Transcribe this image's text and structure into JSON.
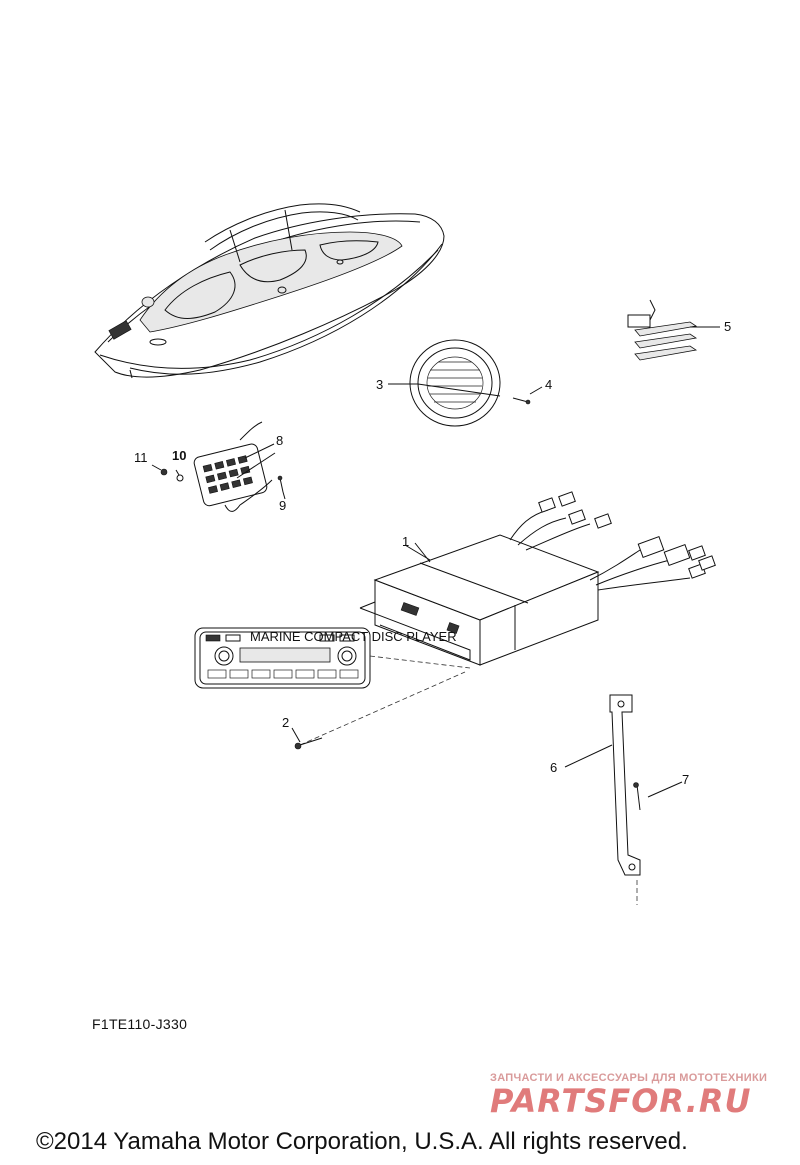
{
  "diagram_code": "F1TE110-J330",
  "copyright": "©2014 Yamaha Motor Corporation, U.S.A. All rights reserved.",
  "watermark": {
    "tagline": "ЗАПЧАСТИ И АКСЕССУАРЫ ДЛЯ МОТОТЕХНИКИ",
    "logo": "PARTSFOR.RU",
    "color": "#e07b7b"
  },
  "callouts": [
    {
      "id": "1",
      "label": "1"
    },
    {
      "id": "2",
      "label": "2"
    },
    {
      "id": "3",
      "label": "3"
    },
    {
      "id": "4",
      "label": "4"
    },
    {
      "id": "5",
      "label": "5"
    },
    {
      "id": "6",
      "label": "6"
    },
    {
      "id": "7",
      "label": "7"
    },
    {
      "id": "8",
      "label": "8"
    },
    {
      "id": "9",
      "label": "9"
    },
    {
      "id": "10",
      "label": "10"
    },
    {
      "id": "11",
      "label": "11"
    }
  ],
  "head_unit_labels": {
    "model": "MARINE COMPACT DISC PLAYER"
  }
}
